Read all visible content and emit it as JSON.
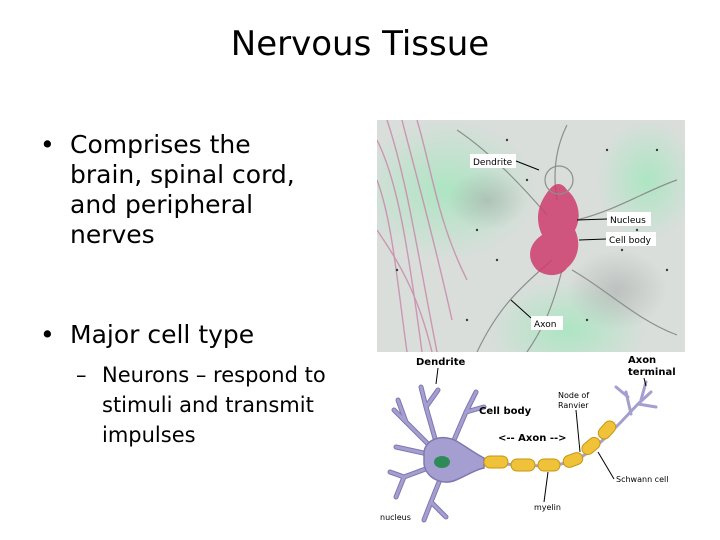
{
  "slide": {
    "title": "Nervous Tissue"
  },
  "bullets": [
    {
      "marker": "•",
      "text": "Comprises the brain, spinal cord, and peripheral nerves"
    },
    {
      "marker": "•",
      "text": "Major cell type",
      "sub": {
        "marker": "–",
        "text": "Neurons – respond to stimuli and transmit impulses"
      }
    }
  ],
  "micrograph": {
    "labels": {
      "dendrite": "Dendrite",
      "nucleus": "Nucleus",
      "cell_body": "Cell body",
      "axon": "Axon"
    }
  },
  "diagram": {
    "labels": {
      "dendrite": "Dendrite",
      "axon_terminal": "Axon terminal",
      "node_of_ranvier": "Node of Ranvier",
      "cell_body": "Cell body",
      "axon": "<-- Axon -->",
      "schwann_cell": "Schwann cell",
      "myelin": "myelin",
      "nucleus": "nucleus"
    }
  },
  "colors": {
    "stain": "#cc3d6e",
    "neuron": "#a59ed0",
    "myelin": "#f0c23a",
    "nucleus_fill": "#2e8b57"
  }
}
